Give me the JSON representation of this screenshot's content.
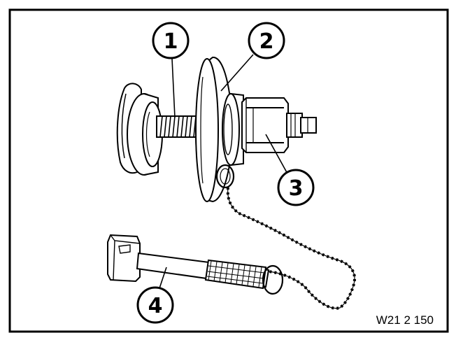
{
  "diagram": {
    "callouts": [
      {
        "id": "1",
        "label": "1"
      },
      {
        "id": "2",
        "label": "2"
      },
      {
        "id": "3",
        "label": "3"
      },
      {
        "id": "4",
        "label": "4"
      }
    ],
    "figure_code": "W21 2 150",
    "colors": {
      "line": "#000000",
      "background": "#ffffff"
    }
  }
}
